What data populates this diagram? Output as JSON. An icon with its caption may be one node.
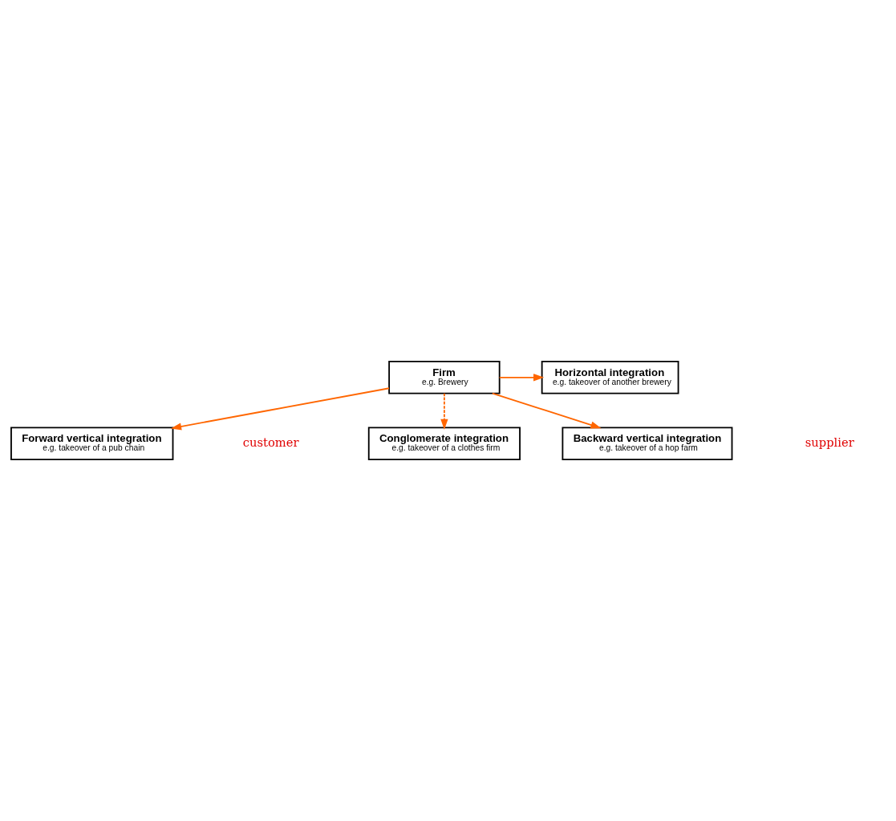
{
  "diagram": {
    "nodes": [
      {
        "text": [
          "Forward vertical integration",
          "e.g. takeover of a pub chain"
        ]
      },
      {
        "text": [
          "Conglomerate integration",
          "e.g. takeover of a clothes firm"
        ]
      },
      {
        "text": [
          "Firm",
          "e.g. Brewery"
        ]
      },
      {
        "text": [
          "Horizontal integration",
          "e.g. takeover of another brewery"
        ]
      },
      {
        "text": [
          "Backward vertical integration",
          "e.g. takeover of a hop farm"
        ]
      }
    ],
    "edges": [
      {
        "from": 2,
        "to": 0,
        "arrow": "to"
      },
      {
        "from": 2,
        "to": 1,
        "arrow": "to",
        "style": "dashed"
      },
      {
        "from": 2,
        "to": 3,
        "arrow": "to"
      },
      {
        "from": 2,
        "to": 4,
        "arrow": "to"
      }
    ],
    "labels": [
      "customer",
      "supplier"
    ]
  }
}
